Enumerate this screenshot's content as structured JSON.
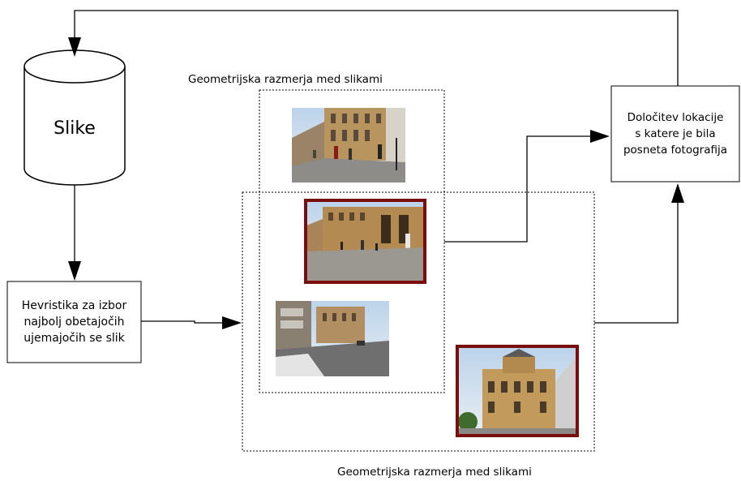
{
  "nodes": {
    "database": {
      "label": "Slike"
    },
    "heuristic": {
      "lines": [
        "Hevristika za izbor",
        "najbolj obetajočih",
        "ujemajočih se slik"
      ]
    },
    "location": {
      "lines": [
        "Določitev lokacije",
        "s katere je bila",
        "posneta fotografija"
      ]
    }
  },
  "groups": {
    "top": {
      "label": "Geometrijska razmerja med slikami"
    },
    "bottom": {
      "label": "Geometrijska razmerja med slikami"
    }
  },
  "photos": [
    {
      "name": "photo-street-1",
      "highlighted": false
    },
    {
      "name": "photo-square-highlighted",
      "highlighted": true
    },
    {
      "name": "photo-street-2",
      "highlighted": false
    },
    {
      "name": "photo-building-highlighted",
      "highlighted": true
    }
  ],
  "colors": {
    "highlight_frame": "#7a0d0d",
    "line": "#000000"
  }
}
